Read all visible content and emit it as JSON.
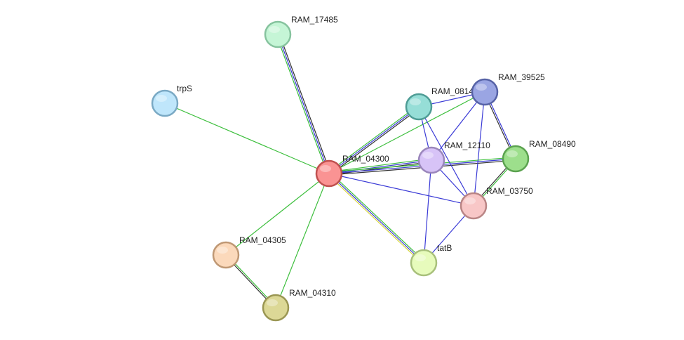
{
  "nodes": [
    {
      "id": "RAM_17485",
      "label": "RAM_17485",
      "fill": "#c5f5d6",
      "stroke": "#86c39e"
    },
    {
      "id": "trpS",
      "label": "trpS",
      "fill": "#bfe6fb",
      "stroke": "#7aa9c4"
    },
    {
      "id": "RAM_08145",
      "label": "RAM_0814",
      "fill": "#96ded7",
      "stroke": "#4e9c95"
    },
    {
      "id": "RAM_39525",
      "label": "RAM_39525",
      "fill": "#9aa5e3",
      "stroke": "#5662a6"
    },
    {
      "id": "RAM_12110",
      "label": "RAM_12110",
      "fill": "#d7c3f7",
      "stroke": "#9a86bb"
    },
    {
      "id": "RAM_08490",
      "label": "RAM_08490",
      "fill": "#9ddf8c",
      "stroke": "#5ba24f"
    },
    {
      "id": "RAM_04300",
      "label": "RAM_04300",
      "fill": "#fa9393",
      "stroke": "#c0504f"
    },
    {
      "id": "RAM_03750",
      "label": "RAM_03750",
      "fill": "#f8c7c7",
      "stroke": "#b98585"
    },
    {
      "id": "RAM_04305",
      "label": "RAM_04305",
      "fill": "#fbd9bb",
      "stroke": "#bf9874"
    },
    {
      "id": "tatB",
      "label": "tatB",
      "fill": "#e7fbbc",
      "stroke": "#a8c07b"
    },
    {
      "id": "RAM_04310",
      "label": "RAM_04310",
      "fill": "#dcd896",
      "stroke": "#9a9653"
    }
  ],
  "edges": [
    {
      "source": "RAM_04300",
      "target": "RAM_17485",
      "evidence": [
        "green",
        "blue",
        "black"
      ]
    },
    {
      "source": "RAM_04300",
      "target": "trpS",
      "evidence": [
        "green"
      ]
    },
    {
      "source": "RAM_04300",
      "target": "RAM_08145",
      "evidence": [
        "green",
        "blue",
        "black"
      ]
    },
    {
      "source": "RAM_04300",
      "target": "RAM_39525",
      "evidence": [
        "green"
      ]
    },
    {
      "source": "RAM_04300",
      "target": "RAM_12110",
      "evidence": [
        "green",
        "blue",
        "black"
      ]
    },
    {
      "source": "RAM_04300",
      "target": "RAM_08490",
      "evidence": [
        "green",
        "blue",
        "black"
      ]
    },
    {
      "source": "RAM_04300",
      "target": "RAM_03750",
      "evidence": [
        "blue"
      ]
    },
    {
      "source": "RAM_04300",
      "target": "tatB",
      "evidence": [
        "green",
        "blue",
        "yellow"
      ]
    },
    {
      "source": "RAM_04300",
      "target": "RAM_04305",
      "evidence": [
        "green"
      ]
    },
    {
      "source": "RAM_04300",
      "target": "RAM_04310",
      "evidence": [
        "green"
      ]
    },
    {
      "source": "RAM_04305",
      "target": "RAM_04310",
      "evidence": [
        "green",
        "black"
      ]
    },
    {
      "source": "RAM_08145",
      "target": "RAM_39525",
      "evidence": [
        "blue"
      ]
    },
    {
      "source": "RAM_08145",
      "target": "RAM_12110",
      "evidence": [
        "blue"
      ]
    },
    {
      "source": "RAM_08145",
      "target": "RAM_03750",
      "evidence": [
        "blue"
      ]
    },
    {
      "source": "RAM_39525",
      "target": "RAM_12110",
      "evidence": [
        "blue"
      ]
    },
    {
      "source": "RAM_39525",
      "target": "RAM_08490",
      "evidence": [
        "blue",
        "black"
      ]
    },
    {
      "source": "RAM_39525",
      "target": "RAM_03750",
      "evidence": [
        "blue"
      ]
    },
    {
      "source": "RAM_12110",
      "target": "RAM_03750",
      "evidence": [
        "blue"
      ]
    },
    {
      "source": "RAM_12110",
      "target": "tatB",
      "evidence": [
        "blue"
      ]
    },
    {
      "source": "RAM_08490",
      "target": "RAM_03750",
      "evidence": [
        "green",
        "black"
      ]
    },
    {
      "source": "RAM_03750",
      "target": "tatB",
      "evidence": [
        "blue"
      ]
    }
  ],
  "evidence_colors": {
    "green": "#3dbf3d",
    "blue": "#3a3ad6",
    "black": "#333333",
    "yellow": "#d6d63a"
  }
}
